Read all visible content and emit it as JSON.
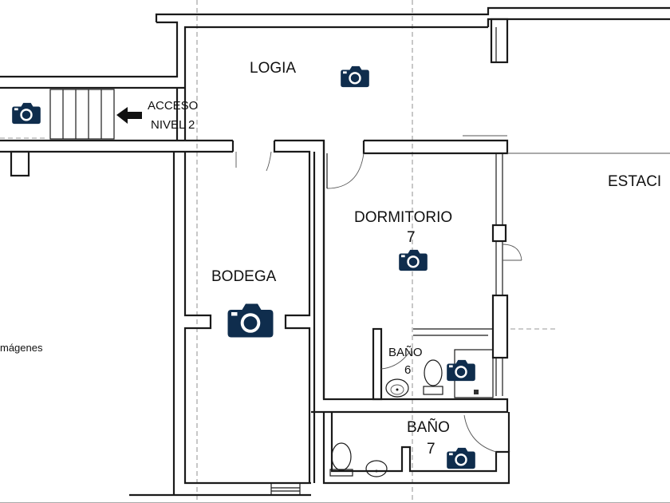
{
  "rooms": {
    "logia": "LOGIA",
    "bodega": "BODEGA",
    "dormitorio_name": "DORMITORIO",
    "dormitorio_number": "7",
    "bano6_name": "BAÑO",
    "bano6_number": "6",
    "bano7_name": "BAÑO",
    "bano7_number": "7",
    "estacion_partial": "ESTACI"
  },
  "access": {
    "line1": "ACCESO",
    "line2": "NIVEL 2"
  },
  "side_note": "mágenes",
  "icons": {
    "photo": "camera-icon",
    "arrow": "arrow-left-icon"
  },
  "colors": {
    "camera": "#0f2d4d",
    "walls": "#1a1a1a"
  }
}
